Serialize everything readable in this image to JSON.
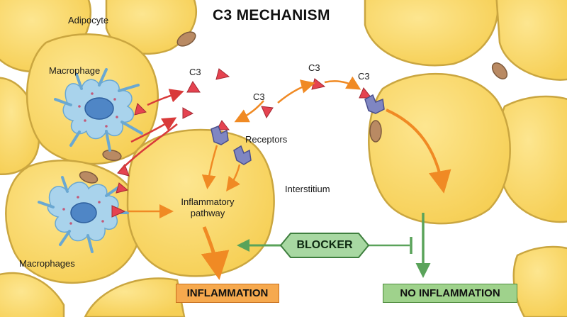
{
  "title": "C3 MECHANISM",
  "labels": {
    "adipocyte": "Adipocyte",
    "macrophage": "Macrophage",
    "macrophages": "Macrophages",
    "c3_a": "C3",
    "c3_b": "C3",
    "c3_c": "C3",
    "c3_d": "C3",
    "receptors": "Receptors",
    "interstitium": "Interstitium",
    "inflammatory_line1": "Inflammatory",
    "inflammatory_line2": "pathway",
    "blocker": "BLOCKER",
    "inflammation": "INFLAMMATION",
    "no_inflammation": "NO INFLAMMATION"
  },
  "colors": {
    "adipocyte_fill": "#fbdc72",
    "adipocyte_stroke": "#caa640",
    "nucleus": "#b98a63",
    "macrophage": "#a9d3ec",
    "macrophage_nucleus": "#4f86c6",
    "c3": "#e54350",
    "receptor": "#7f86c2",
    "arrow_red": "#d93a3a",
    "arrow_orange": "#f08a24",
    "arrow_green": "#5aa35a",
    "inflammation_box": "#f6a94e",
    "no_inflammation_box": "#9fd28c",
    "blocker_fill": "#a8d8a2"
  }
}
